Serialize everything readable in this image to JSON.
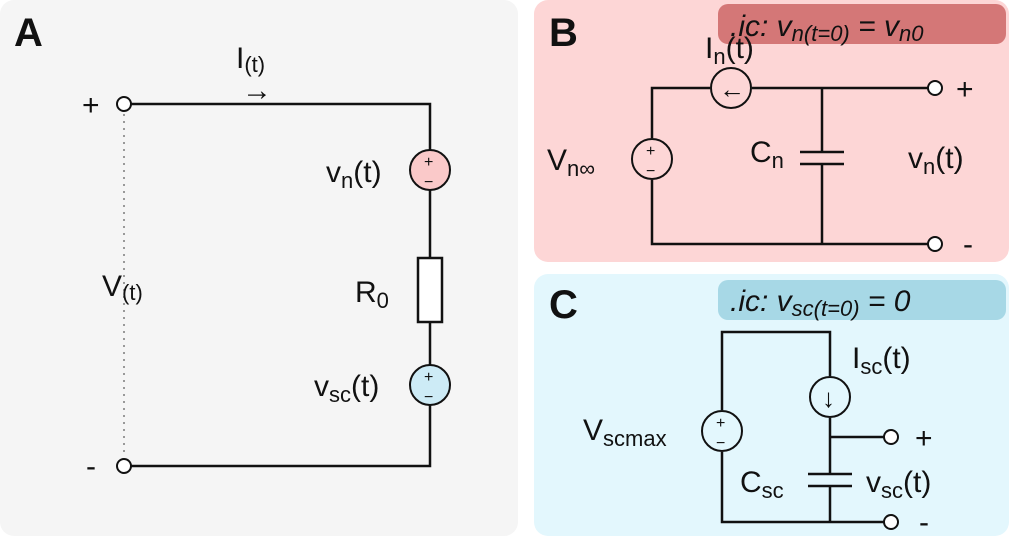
{
  "colors": {
    "panel_a_bg": "#f5f5f5",
    "panel_b_bg": "#fdd6d6",
    "panel_c_bg": "#e3f7fd",
    "badge_b_bg": "#d47777",
    "badge_c_bg": "#a7d8e6",
    "vn_source_fill": "#fac9c9",
    "vsc_source_fill": "#cdebf6"
  },
  "panel_a": {
    "letter": "A",
    "current_base": "I",
    "current_sub": "(t)",
    "arrow": "→",
    "plus": "+",
    "minus": "-",
    "voltage_base": "V",
    "voltage_sub": "(t)",
    "vn_base": "v",
    "vn_sub": "n",
    "vn_tail": "(t)",
    "r_base": "R",
    "r_sub": "0",
    "vsc_base": "v",
    "vsc_sub": "sc",
    "vsc_tail": "(t)",
    "source_plus": "+",
    "source_minus": "−"
  },
  "panel_b": {
    "letter": "B",
    "ic_prefix": ".ic: v",
    "ic_sub1": "n(t=0)",
    "ic_mid": " = v",
    "ic_sub2": "n0",
    "current_base": "I",
    "current_sub": "n",
    "current_tail": "(t)",
    "source_base": "V",
    "source_sub": "n∞",
    "cap_base": "C",
    "cap_sub": "n",
    "out_base": "v",
    "out_sub": "n",
    "out_tail": "(t)",
    "plus": "+",
    "minus": "-",
    "source_plus": "+",
    "source_minus": "−",
    "arrow": "←"
  },
  "panel_c": {
    "letter": "C",
    "ic_prefix": ".ic: v",
    "ic_sub1": "sc(t=0)",
    "ic_mid": " = 0",
    "current_base": "I",
    "current_sub": "sc",
    "current_tail": "(t)",
    "source_base": "V",
    "source_sub": "scmax",
    "cap_base": "C",
    "cap_sub": "sc",
    "out_base": "v",
    "out_sub": "sc",
    "out_tail": "(t)",
    "plus": "+",
    "minus": "-",
    "source_plus": "+",
    "source_minus": "−",
    "arrow": "↓"
  }
}
